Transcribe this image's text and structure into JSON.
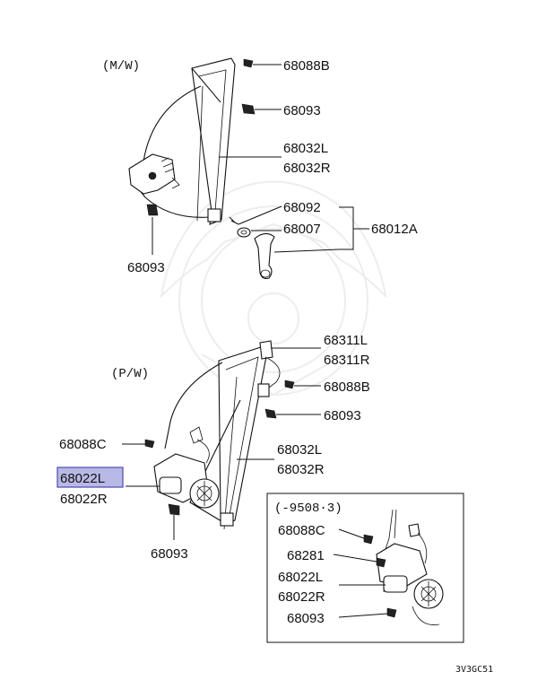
{
  "sections": {
    "manual": "(M/W)",
    "power": "(P/W)",
    "inset": "(-9508·3)"
  },
  "labels": {
    "mw_68088B": "68088B",
    "mw_68093_top": "68093",
    "mw_68032L": "68032L",
    "mw_68032R": "68032R",
    "mw_68092": "68092",
    "mw_68007": "68007",
    "mw_68012A": "68012A",
    "mw_68093_bottom": "68093",
    "pw_68311L": "68311L",
    "pw_68311R": "68311R",
    "pw_68088B": "68088B",
    "pw_68093_right": "68093",
    "pw_68088C": "68088C",
    "pw_68032L": "68032L",
    "pw_68032R": "68032R",
    "pw_68022L": "68022L",
    "pw_68022R": "68022R",
    "pw_68093_bottom": "68093",
    "inset_68088C": "68088C",
    "inset_68281": "68281",
    "inset_68022L": "68022L",
    "inset_68022R": "68022R",
    "inset_68093": "68093"
  },
  "highlight": {
    "label": "68022L",
    "color": "#b9b9e6",
    "border": "#4a4ab0"
  },
  "diagram_code": "3V3GC51"
}
